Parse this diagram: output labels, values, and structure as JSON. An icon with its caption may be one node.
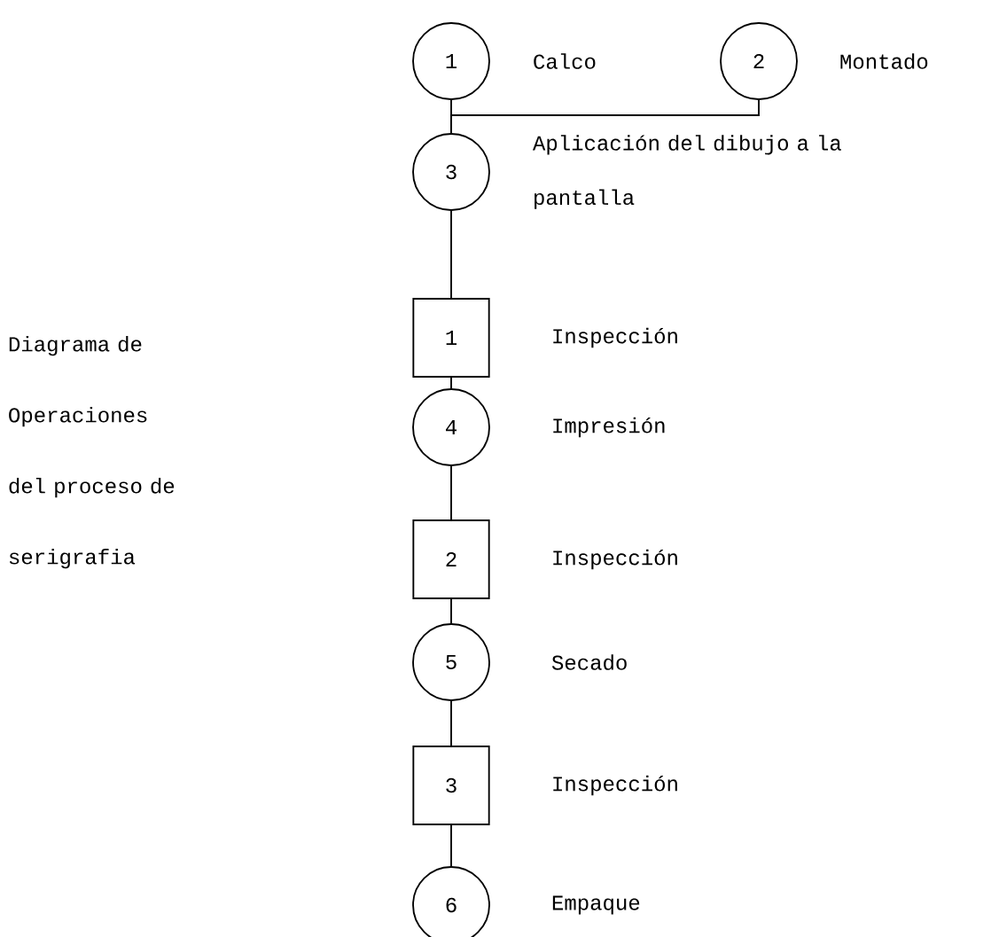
{
  "diagram": {
    "title": "Diagrama de Operaciones del proceso de serigrafia",
    "nodes": [
      {
        "text": [
          "1"
        ],
        "beside": [
          "Calco"
        ]
      },
      {
        "text": [
          "2"
        ],
        "beside": [
          "Montado"
        ]
      },
      {
        "text": [
          "3"
        ],
        "beside": [
          "Aplicación del dibujo a la pantalla"
        ]
      },
      {
        "text": [
          "1"
        ],
        "beside": [
          "Inspección"
        ]
      },
      {
        "text": [
          "4"
        ],
        "beside": [
          "Impresión"
        ]
      },
      {
        "text": [
          "2"
        ],
        "beside": [
          "Inspección"
        ]
      },
      {
        "text": [
          "5"
        ],
        "beside": [
          "Secado"
        ]
      },
      {
        "text": [
          "3"
        ],
        "beside": [
          "Inspección"
        ]
      },
      {
        "text": [
          "6"
        ],
        "beside": [
          "Empaque"
        ]
      }
    ],
    "edges": [
      {
        "from": 0,
        "to": 2,
        "arrow": "none"
      },
      {
        "from": 1,
        "to": 2,
        "arrow": "none"
      },
      {
        "from": 2,
        "to": 3,
        "arrow": "none"
      },
      {
        "from": 3,
        "to": 4,
        "arrow": "none"
      },
      {
        "from": 4,
        "to": 5,
        "arrow": "none"
      },
      {
        "from": 5,
        "to": 6,
        "arrow": "none"
      },
      {
        "from": 6,
        "to": 7,
        "arrow": "none"
      },
      {
        "from": 7,
        "to": 8,
        "arrow": "none"
      }
    ]
  }
}
